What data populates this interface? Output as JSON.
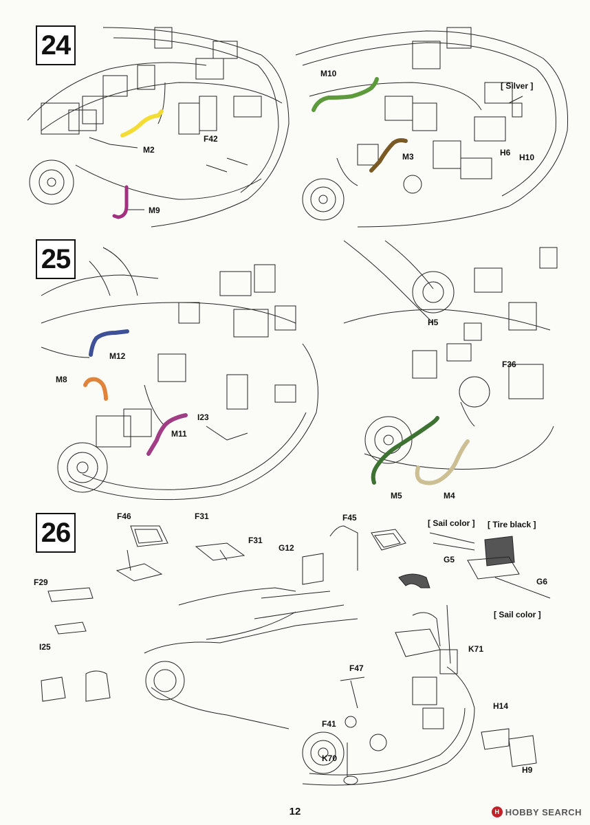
{
  "page_number": "12",
  "watermark": {
    "logo_icon": "hobby-search-logo-icon",
    "logo_glyph": "H",
    "text": "HOBBY SEARCH",
    "color": "#c0222c"
  },
  "hose_colors": {
    "yellow": "#f2dc35",
    "purple": "#a2307e",
    "green": "#5d9a3c",
    "brown": "#7a5a24",
    "blue": "#3f5196",
    "orange": "#e1843b",
    "magenta": "#a03d85",
    "dark_green": "#3d7232",
    "tan": "#cdbf94"
  },
  "steps": [
    {
      "number": "24",
      "labels": [
        "M2",
        "F42",
        "M9",
        "M10",
        "[ Silver ]",
        "M3",
        "H6",
        "H10"
      ]
    },
    {
      "number": "25",
      "labels": [
        "M12",
        "M8",
        "I23",
        "M11",
        "H5",
        "F36",
        "M5",
        "M4"
      ]
    },
    {
      "number": "26",
      "labels": [
        "F46",
        "F31",
        "F31",
        "F45",
        "G12",
        "F29",
        "I25",
        "[ Sail color ]",
        "[ Tire black ]",
        "G5",
        "G6",
        "[ Sail color ]",
        "K71",
        "F47",
        "F41",
        "K70",
        "H14",
        "H9"
      ]
    }
  ]
}
